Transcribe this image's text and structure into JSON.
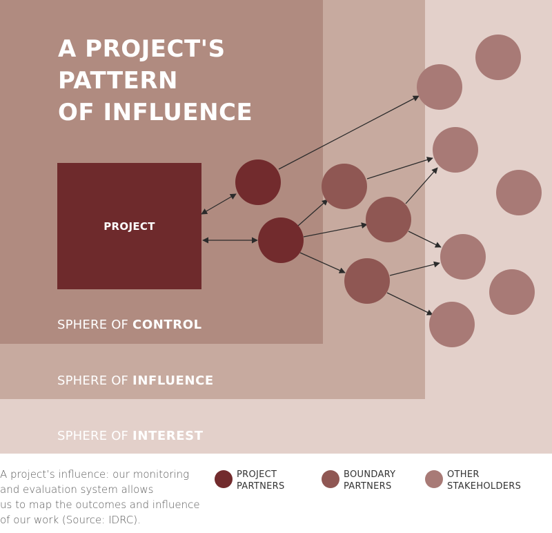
{
  "title": {
    "lines": [
      "A PROJECT'S",
      "PATTERN",
      "OF INFLUENCE"
    ]
  },
  "project": {
    "label": "PROJECT"
  },
  "spheres": {
    "control": {
      "prefix": "SPHERE OF ",
      "strong": "CONTROL"
    },
    "influence": {
      "prefix": "SPHERE OF ",
      "strong": "INFLUENCE"
    },
    "interest": {
      "prefix": "SPHERE OF ",
      "strong": "INTEREST"
    }
  },
  "caption": {
    "lines": [
      "A project’s influence: our monitoring",
      "and evaluation system allows",
      "us to map the outcomes and influence",
      "of our work (Source: IDRC)."
    ]
  },
  "legend": {
    "partners": {
      "lines": [
        "PROJECT",
        "PARTNERS"
      ]
    },
    "boundary": {
      "lines": [
        "BOUNDARY",
        "PARTNERS"
      ]
    },
    "others": {
      "lines": [
        "OTHER",
        "STAKEHOLDERS"
      ]
    }
  },
  "colors": {
    "sphere_control": "#b08b80",
    "sphere_influence": "#c7aa9f",
    "sphere_interest": "#e3d0ca",
    "project_box": "#6e2a2c",
    "project_partner": "#722b2d",
    "boundary_partner": "#8f5753",
    "other_stakeholder": "#a87a76",
    "arrow": "#2b2b2b"
  }
}
